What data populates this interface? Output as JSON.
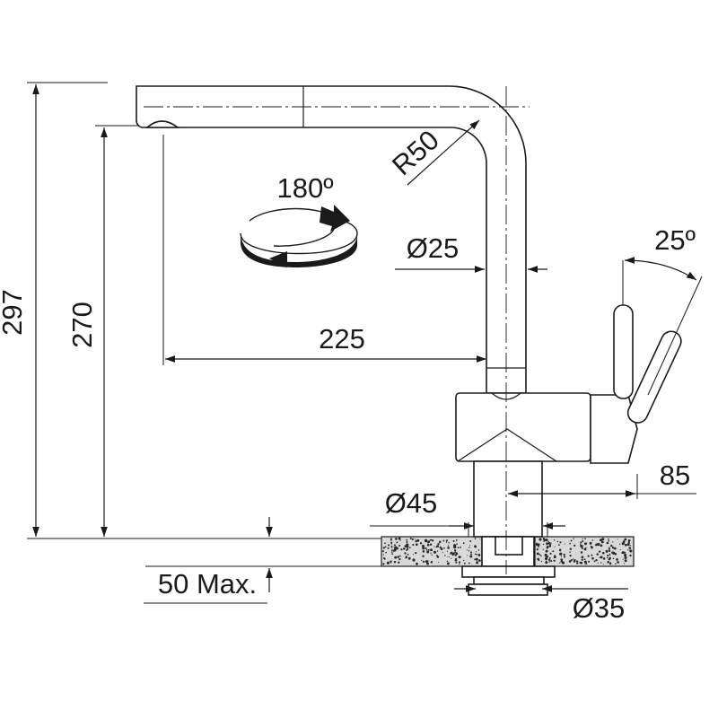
{
  "dimensions": {
    "total_height": "297",
    "spout_height": "270",
    "reach": "225",
    "spout_radius": "R50",
    "spout_diameter": "Ø25",
    "rotation": "180º",
    "lever_angle": "25º",
    "lever_reach": "85",
    "base_diameter": "Ø45",
    "shank_diameter": "Ø35",
    "max_thickness": "50 Max."
  },
  "colors": {
    "line": "#1a1a1a",
    "counter_fill": "#d9d9d9",
    "speckle": "#2a2a2a"
  }
}
